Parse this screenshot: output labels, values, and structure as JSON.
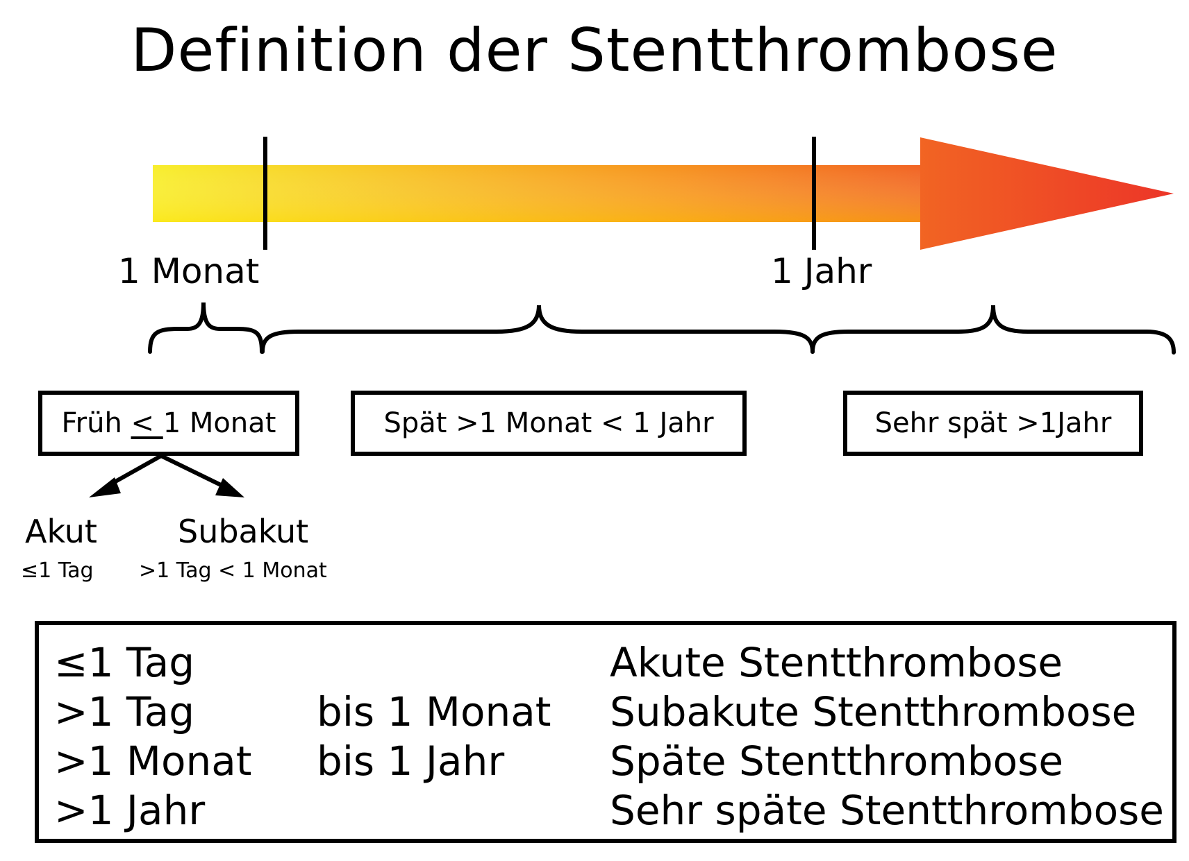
{
  "title": "Definition der Stentthrombose",
  "timeline": {
    "arrow_colors": {
      "start": "#f8ee2c",
      "mid": "#f7941e",
      "end": "#ec3528"
    },
    "markers": [
      {
        "label": "1 Monat"
      },
      {
        "label": "1 Jahr"
      }
    ]
  },
  "periods": [
    {
      "prefix": "Früh ",
      "underline": "< ",
      "suffix": "1 Monat"
    },
    {
      "label": "Spät >1 Monat < 1 Jahr"
    },
    {
      "label": "Sehr spät >1Jahr"
    }
  ],
  "early_subtypes": [
    {
      "name": "Akut",
      "range": "≤1 Tag"
    },
    {
      "name": "Subakut",
      "range": ">1 Tag < 1 Monat"
    }
  ],
  "summary_table": {
    "rows": [
      {
        "from": "≤1 Tag",
        "to": "",
        "term": "Akute Stentthrombose"
      },
      {
        "from": ">1 Tag",
        "to": "bis 1 Monat",
        "term": "Subakute Stentthrombose"
      },
      {
        "from": ">1 Monat",
        "to": "bis 1 Jahr",
        "term": "Späte Stentthrombose"
      },
      {
        "from": ">1 Jahr",
        "to": "",
        "term": "Sehr späte Stentthrombose"
      }
    ]
  }
}
